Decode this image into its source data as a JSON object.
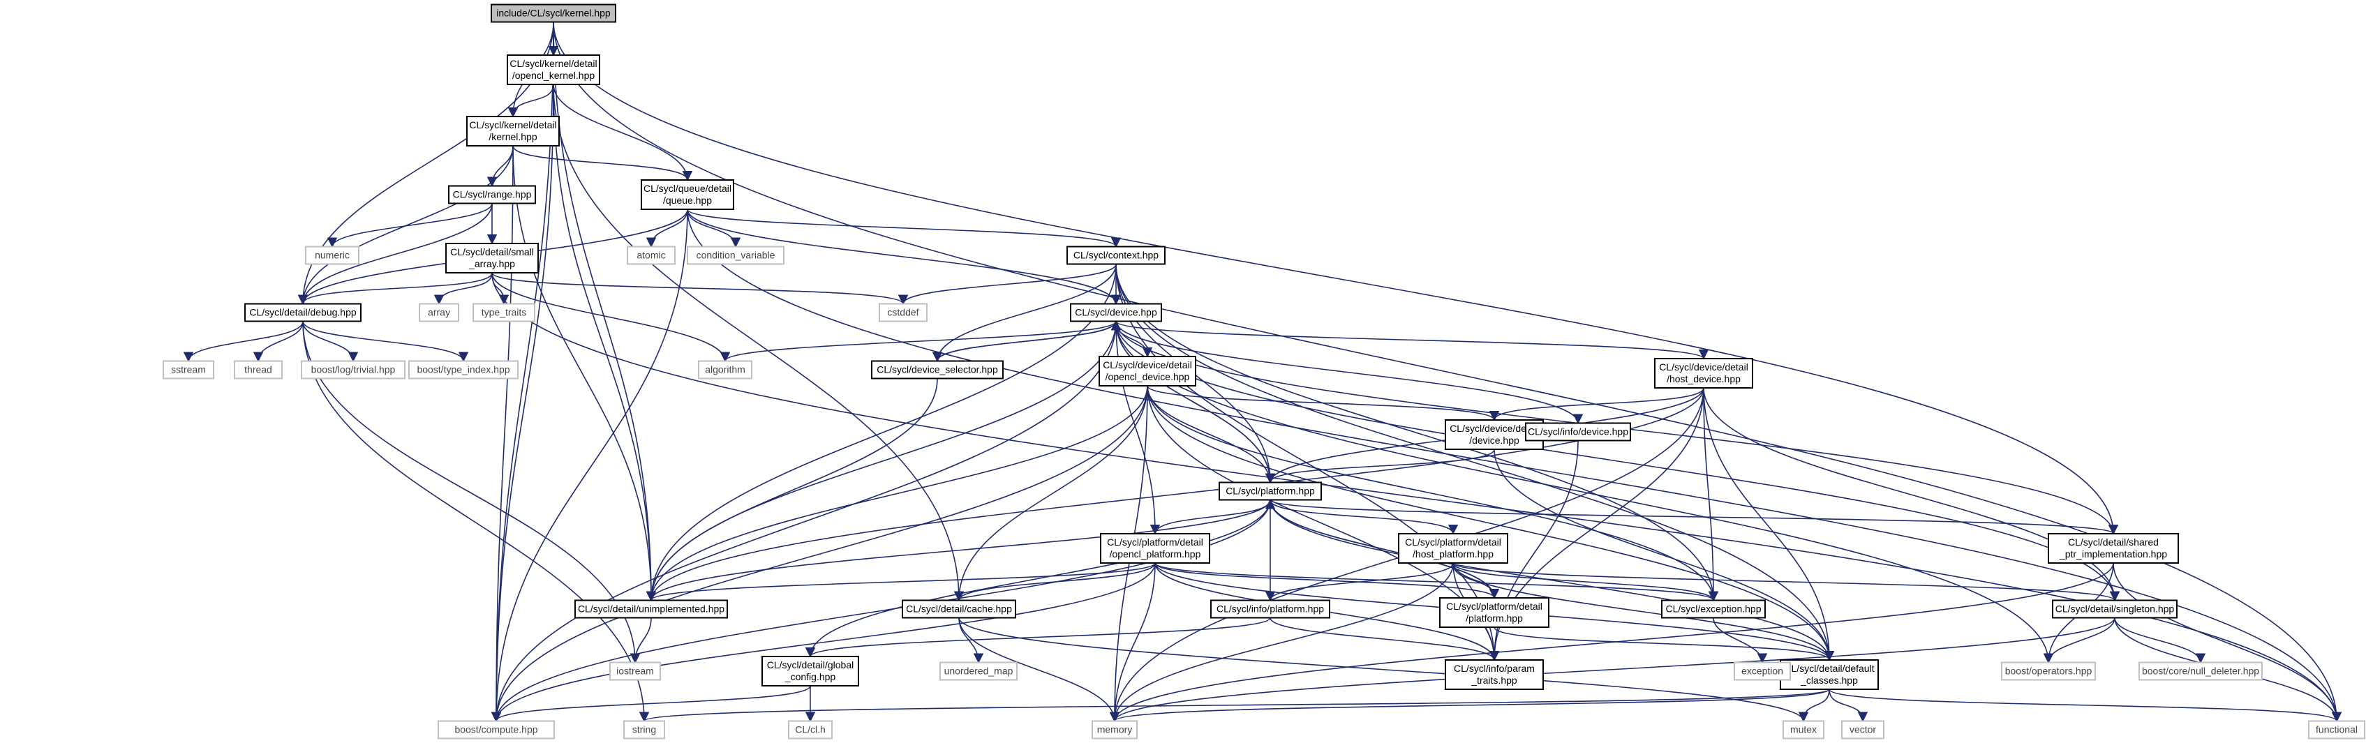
{
  "nodes": [
    {
      "id": "kernel",
      "lines": [
        "include/CL/sycl/kernel.hpp"
      ],
      "kind": "root"
    },
    {
      "id": "opencl_kernel",
      "lines": [
        "CL/sycl/kernel/detail",
        "/opencl_kernel.hpp"
      ],
      "kind": "file"
    },
    {
      "id": "kernel_detail",
      "lines": [
        "CL/sycl/kernel/detail",
        "/kernel.hpp"
      ],
      "kind": "file"
    },
    {
      "id": "range",
      "lines": [
        "CL/sycl/range.hpp"
      ],
      "kind": "file"
    },
    {
      "id": "queue",
      "lines": [
        "CL/sycl/queue/detail",
        "/queue.hpp"
      ],
      "kind": "file"
    },
    {
      "id": "numeric",
      "lines": [
        "numeric"
      ],
      "kind": "sys"
    },
    {
      "id": "small_array",
      "lines": [
        "CL/sycl/detail/small",
        "_array.hpp"
      ],
      "kind": "file"
    },
    {
      "id": "atomic",
      "lines": [
        "atomic"
      ],
      "kind": "sys"
    },
    {
      "id": "condition_variable",
      "lines": [
        "condition_variable"
      ],
      "kind": "sys"
    },
    {
      "id": "context",
      "lines": [
        "CL/sycl/context.hpp"
      ],
      "kind": "file"
    },
    {
      "id": "debug",
      "lines": [
        "CL/sycl/detail/debug.hpp"
      ],
      "kind": "file"
    },
    {
      "id": "array",
      "lines": [
        "array"
      ],
      "kind": "sys"
    },
    {
      "id": "type_traits",
      "lines": [
        "type_traits"
      ],
      "kind": "sys"
    },
    {
      "id": "cstddef",
      "lines": [
        "cstddef"
      ],
      "kind": "sys"
    },
    {
      "id": "device",
      "lines": [
        "CL/sycl/device.hpp"
      ],
      "kind": "file"
    },
    {
      "id": "sstream",
      "lines": [
        "sstream"
      ],
      "kind": "sys"
    },
    {
      "id": "thread",
      "lines": [
        "thread"
      ],
      "kind": "sys"
    },
    {
      "id": "trivial",
      "lines": [
        "boost/log/trivial.hpp"
      ],
      "kind": "sys"
    },
    {
      "id": "type_index",
      "lines": [
        "boost/type_index.hpp"
      ],
      "kind": "sys"
    },
    {
      "id": "algorithm",
      "lines": [
        "algorithm"
      ],
      "kind": "sys"
    },
    {
      "id": "device_selector",
      "lines": [
        "CL/sycl/device_selector.hpp"
      ],
      "kind": "file"
    },
    {
      "id": "opencl_device",
      "lines": [
        "CL/sycl/device/detail",
        "/opencl_device.hpp"
      ],
      "kind": "file"
    },
    {
      "id": "host_device",
      "lines": [
        "CL/sycl/device/detail",
        "/host_device.hpp"
      ],
      "kind": "file"
    },
    {
      "id": "device_detail",
      "lines": [
        "CL/sycl/device/detail",
        "/device.hpp"
      ],
      "kind": "file"
    },
    {
      "id": "info_device",
      "lines": [
        "CL/sycl/info/device.hpp"
      ],
      "kind": "file"
    },
    {
      "id": "platform",
      "lines": [
        "CL/sycl/platform.hpp"
      ],
      "kind": "file"
    },
    {
      "id": "opencl_platform",
      "lines": [
        "CL/sycl/platform/detail",
        "/opencl_platform.hpp"
      ],
      "kind": "file"
    },
    {
      "id": "host_platform",
      "lines": [
        "CL/sycl/platform/detail",
        "/host_platform.hpp"
      ],
      "kind": "file"
    },
    {
      "id": "shared_ptr",
      "lines": [
        "CL/sycl/detail/shared",
        "_ptr_implementation.hpp"
      ],
      "kind": "file"
    },
    {
      "id": "unimplemented",
      "lines": [
        "CL/sycl/detail/unimplemented.hpp"
      ],
      "kind": "file"
    },
    {
      "id": "cache",
      "lines": [
        "CL/sycl/detail/cache.hpp"
      ],
      "kind": "file"
    },
    {
      "id": "info_platform",
      "lines": [
        "CL/sycl/info/platform.hpp"
      ],
      "kind": "file"
    },
    {
      "id": "platform_detail",
      "lines": [
        "CL/sycl/platform/detail",
        "/platform.hpp"
      ],
      "kind": "file"
    },
    {
      "id": "exception",
      "lines": [
        "CL/sycl/exception.hpp"
      ],
      "kind": "file"
    },
    {
      "id": "singleton",
      "lines": [
        "CL/sycl/detail/singleton.hpp"
      ],
      "kind": "file"
    },
    {
      "id": "iostream",
      "lines": [
        "iostream"
      ],
      "kind": "sys"
    },
    {
      "id": "unordered_map",
      "lines": [
        "unordered_map"
      ],
      "kind": "sys"
    },
    {
      "id": "global_config",
      "lines": [
        "CL/sycl/detail/global",
        "_config.hpp"
      ],
      "kind": "file"
    },
    {
      "id": "param_traits",
      "lines": [
        "CL/sycl/info/param",
        "_traits.hpp"
      ],
      "kind": "file"
    },
    {
      "id": "default_classes",
      "lines": [
        "CL/sycl/detail/default",
        "_classes.hpp"
      ],
      "kind": "file"
    },
    {
      "id": "exception_std",
      "lines": [
        "exception"
      ],
      "kind": "sys"
    },
    {
      "id": "operators",
      "lines": [
        "boost/operators.hpp"
      ],
      "kind": "sys"
    },
    {
      "id": "null_deleter",
      "lines": [
        "boost/core/null_deleter.hpp"
      ],
      "kind": "sys"
    },
    {
      "id": "compute",
      "lines": [
        "boost/compute.hpp"
      ],
      "kind": "sys"
    },
    {
      "id": "string",
      "lines": [
        "string"
      ],
      "kind": "sys"
    },
    {
      "id": "cl_h",
      "lines": [
        "CL/cl.h"
      ],
      "kind": "sys"
    },
    {
      "id": "memory",
      "lines": [
        "memory"
      ],
      "kind": "sys"
    },
    {
      "id": "mutex",
      "lines": [
        "mutex"
      ],
      "kind": "sys"
    },
    {
      "id": "vector",
      "lines": [
        "vector"
      ],
      "kind": "sys"
    },
    {
      "id": "functional",
      "lines": [
        "functional"
      ],
      "kind": "sys"
    }
  ],
  "edges": [
    [
      "kernel",
      "opencl_kernel"
    ],
    [
      "kernel",
      "kernel_detail"
    ],
    [
      "kernel",
      "debug"
    ],
    [
      "kernel",
      "compute"
    ],
    [
      "kernel",
      "unimplemented"
    ],
    [
      "kernel",
      "shared_ptr"
    ],
    [
      "kernel",
      "functional"
    ],
    [
      "opencl_kernel",
      "kernel_detail"
    ],
    [
      "opencl_kernel",
      "queue"
    ],
    [
      "opencl_kernel",
      "compute"
    ],
    [
      "opencl_kernel",
      "unimplemented"
    ],
    [
      "opencl_kernel",
      "cache"
    ],
    [
      "kernel_detail",
      "range"
    ],
    [
      "kernel_detail",
      "queue"
    ],
    [
      "kernel_detail",
      "debug"
    ],
    [
      "kernel_detail",
      "compute"
    ],
    [
      "kernel_detail",
      "unimplemented"
    ],
    [
      "range",
      "numeric"
    ],
    [
      "range",
      "small_array"
    ],
    [
      "range",
      "debug"
    ],
    [
      "queue",
      "atomic"
    ],
    [
      "queue",
      "condition_variable"
    ],
    [
      "queue",
      "context"
    ],
    [
      "queue",
      "device"
    ],
    [
      "queue",
      "debug"
    ],
    [
      "queue",
      "compute"
    ],
    [
      "queue",
      "functional"
    ],
    [
      "small_array",
      "array"
    ],
    [
      "small_array",
      "type_traits"
    ],
    [
      "small_array",
      "cstddef"
    ],
    [
      "small_array",
      "algorithm"
    ],
    [
      "small_array",
      "debug"
    ],
    [
      "small_array",
      "functional"
    ],
    [
      "context",
      "cstddef"
    ],
    [
      "context",
      "device"
    ],
    [
      "context",
      "device_selector"
    ],
    [
      "context",
      "platform"
    ],
    [
      "context",
      "unimplemented"
    ],
    [
      "context",
      "exception"
    ],
    [
      "context",
      "default_classes"
    ],
    [
      "context",
      "param_traits"
    ],
    [
      "debug",
      "sstream"
    ],
    [
      "debug",
      "thread"
    ],
    [
      "debug",
      "trivial"
    ],
    [
      "debug",
      "type_index"
    ],
    [
      "debug",
      "iostream"
    ],
    [
      "debug",
      "string"
    ],
    [
      "device",
      "algorithm"
    ],
    [
      "device",
      "device_selector"
    ],
    [
      "device",
      "opencl_device"
    ],
    [
      "device",
      "host_device"
    ],
    [
      "device",
      "platform"
    ],
    [
      "device",
      "info_device"
    ],
    [
      "device",
      "shared_ptr"
    ],
    [
      "device",
      "compute"
    ],
    [
      "device",
      "unimplemented"
    ],
    [
      "device",
      "singleton"
    ],
    [
      "device",
      "operators"
    ],
    [
      "device_selector",
      "device"
    ],
    [
      "device_selector",
      "unimplemented"
    ],
    [
      "opencl_device",
      "device_detail"
    ],
    [
      "opencl_device",
      "platform"
    ],
    [
      "opencl_device",
      "cache"
    ],
    [
      "opencl_device",
      "unimplemented"
    ],
    [
      "opencl_device",
      "compute"
    ],
    [
      "opencl_device",
      "memory"
    ],
    [
      "opencl_device",
      "param_traits"
    ],
    [
      "opencl_device",
      "default_classes"
    ],
    [
      "opencl_device",
      "exception"
    ],
    [
      "host_device",
      "device_detail"
    ],
    [
      "host_device",
      "platform"
    ],
    [
      "host_device",
      "exception"
    ],
    [
      "host_device",
      "unimplemented"
    ],
    [
      "host_device",
      "default_classes"
    ],
    [
      "host_device",
      "param_traits"
    ],
    [
      "host_device",
      "memory"
    ],
    [
      "host_device",
      "singleton"
    ],
    [
      "device_detail",
      "platform"
    ],
    [
      "device_detail",
      "default_classes"
    ],
    [
      "info_device",
      "param_traits"
    ],
    [
      "platform",
      "opencl_platform"
    ],
    [
      "platform",
      "host_platform"
    ],
    [
      "platform",
      "info_platform"
    ],
    [
      "platform",
      "shared_ptr"
    ],
    [
      "platform",
      "unimplemented"
    ],
    [
      "platform",
      "global_config"
    ],
    [
      "platform",
      "compute"
    ],
    [
      "platform",
      "platform_detail"
    ],
    [
      "platform",
      "default_classes"
    ],
    [
      "platform",
      "device"
    ],
    [
      "opencl_platform",
      "cache"
    ],
    [
      "opencl_platform",
      "unimplemented"
    ],
    [
      "opencl_platform",
      "platform_detail"
    ],
    [
      "opencl_platform",
      "exception"
    ],
    [
      "opencl_platform",
      "memory"
    ],
    [
      "opencl_platform",
      "param_traits"
    ],
    [
      "opencl_platform",
      "default_classes"
    ],
    [
      "opencl_platform",
      "compute"
    ],
    [
      "opencl_platform",
      "device"
    ],
    [
      "host_platform",
      "info_platform"
    ],
    [
      "host_platform",
      "platform_detail"
    ],
    [
      "host_platform",
      "exception"
    ],
    [
      "host_platform",
      "param_traits"
    ],
    [
      "host_platform",
      "singleton"
    ],
    [
      "host_platform",
      "memory"
    ],
    [
      "host_platform",
      "default_classes"
    ],
    [
      "shared_ptr",
      "operators"
    ],
    [
      "shared_ptr",
      "functional"
    ],
    [
      "shared_ptr",
      "memory"
    ],
    [
      "unimplemented",
      "iostream"
    ],
    [
      "cache",
      "unordered_map"
    ],
    [
      "cache",
      "memory"
    ],
    [
      "cache",
      "mutex"
    ],
    [
      "info_platform",
      "param_traits"
    ],
    [
      "info_platform",
      "global_config"
    ],
    [
      "platform_detail",
      "default_classes"
    ],
    [
      "platform_detail",
      "platform"
    ],
    [
      "exception",
      "exception_std"
    ],
    [
      "singleton",
      "operators"
    ],
    [
      "singleton",
      "null_deleter"
    ],
    [
      "singleton",
      "functional"
    ],
    [
      "singleton",
      "memory"
    ],
    [
      "global_config",
      "cl_h"
    ],
    [
      "global_config",
      "compute"
    ],
    [
      "default_classes",
      "memory"
    ],
    [
      "default_classes",
      "mutex"
    ],
    [
      "default_classes",
      "vector"
    ],
    [
      "default_classes",
      "string"
    ],
    [
      "default_classes",
      "functional"
    ]
  ]
}
